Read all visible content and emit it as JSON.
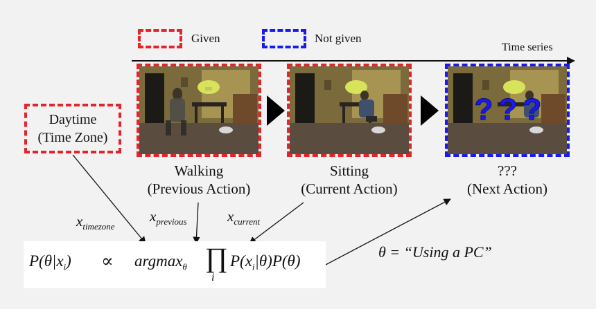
{
  "legend": {
    "given_label": "Given",
    "given_color": "#e3242b",
    "not_given_label": "Not given",
    "not_given_color": "#1a1aee"
  },
  "timeline": {
    "label": "Time series"
  },
  "daytime": {
    "line1": "Daytime",
    "line2": "(Time Zone)"
  },
  "frames": [
    {
      "caption1": "Walking",
      "caption2": "(Previous Action)",
      "border": "given"
    },
    {
      "caption1": "Sitting",
      "caption2": "(Current Action)",
      "border": "given"
    },
    {
      "caption1": "???",
      "caption2": "(Next Action)",
      "border": "not_given",
      "overlay": "? ? ?"
    }
  ],
  "variables": {
    "x_timezone": {
      "base": "x",
      "sub": "timezone"
    },
    "x_previous": {
      "base": "x",
      "sub": "previous"
    },
    "x_current": {
      "base": "x",
      "sub": "current"
    }
  },
  "formula": {
    "lhs": "P(θ|x",
    "lhs_sub": "i",
    "lhs_close": ")",
    "propto": "∝",
    "argmax": "argmax",
    "argmax_sub": "θ",
    "prod": "∏",
    "prod_sub": "i",
    "rhs": "P(x",
    "rhs_sub": "i",
    "rhs_tail": "|θ)P(θ)"
  },
  "theta_result": "θ = “Using a PC”",
  "colors": {
    "background": "#f2f2f2",
    "arrow": "#111111"
  }
}
